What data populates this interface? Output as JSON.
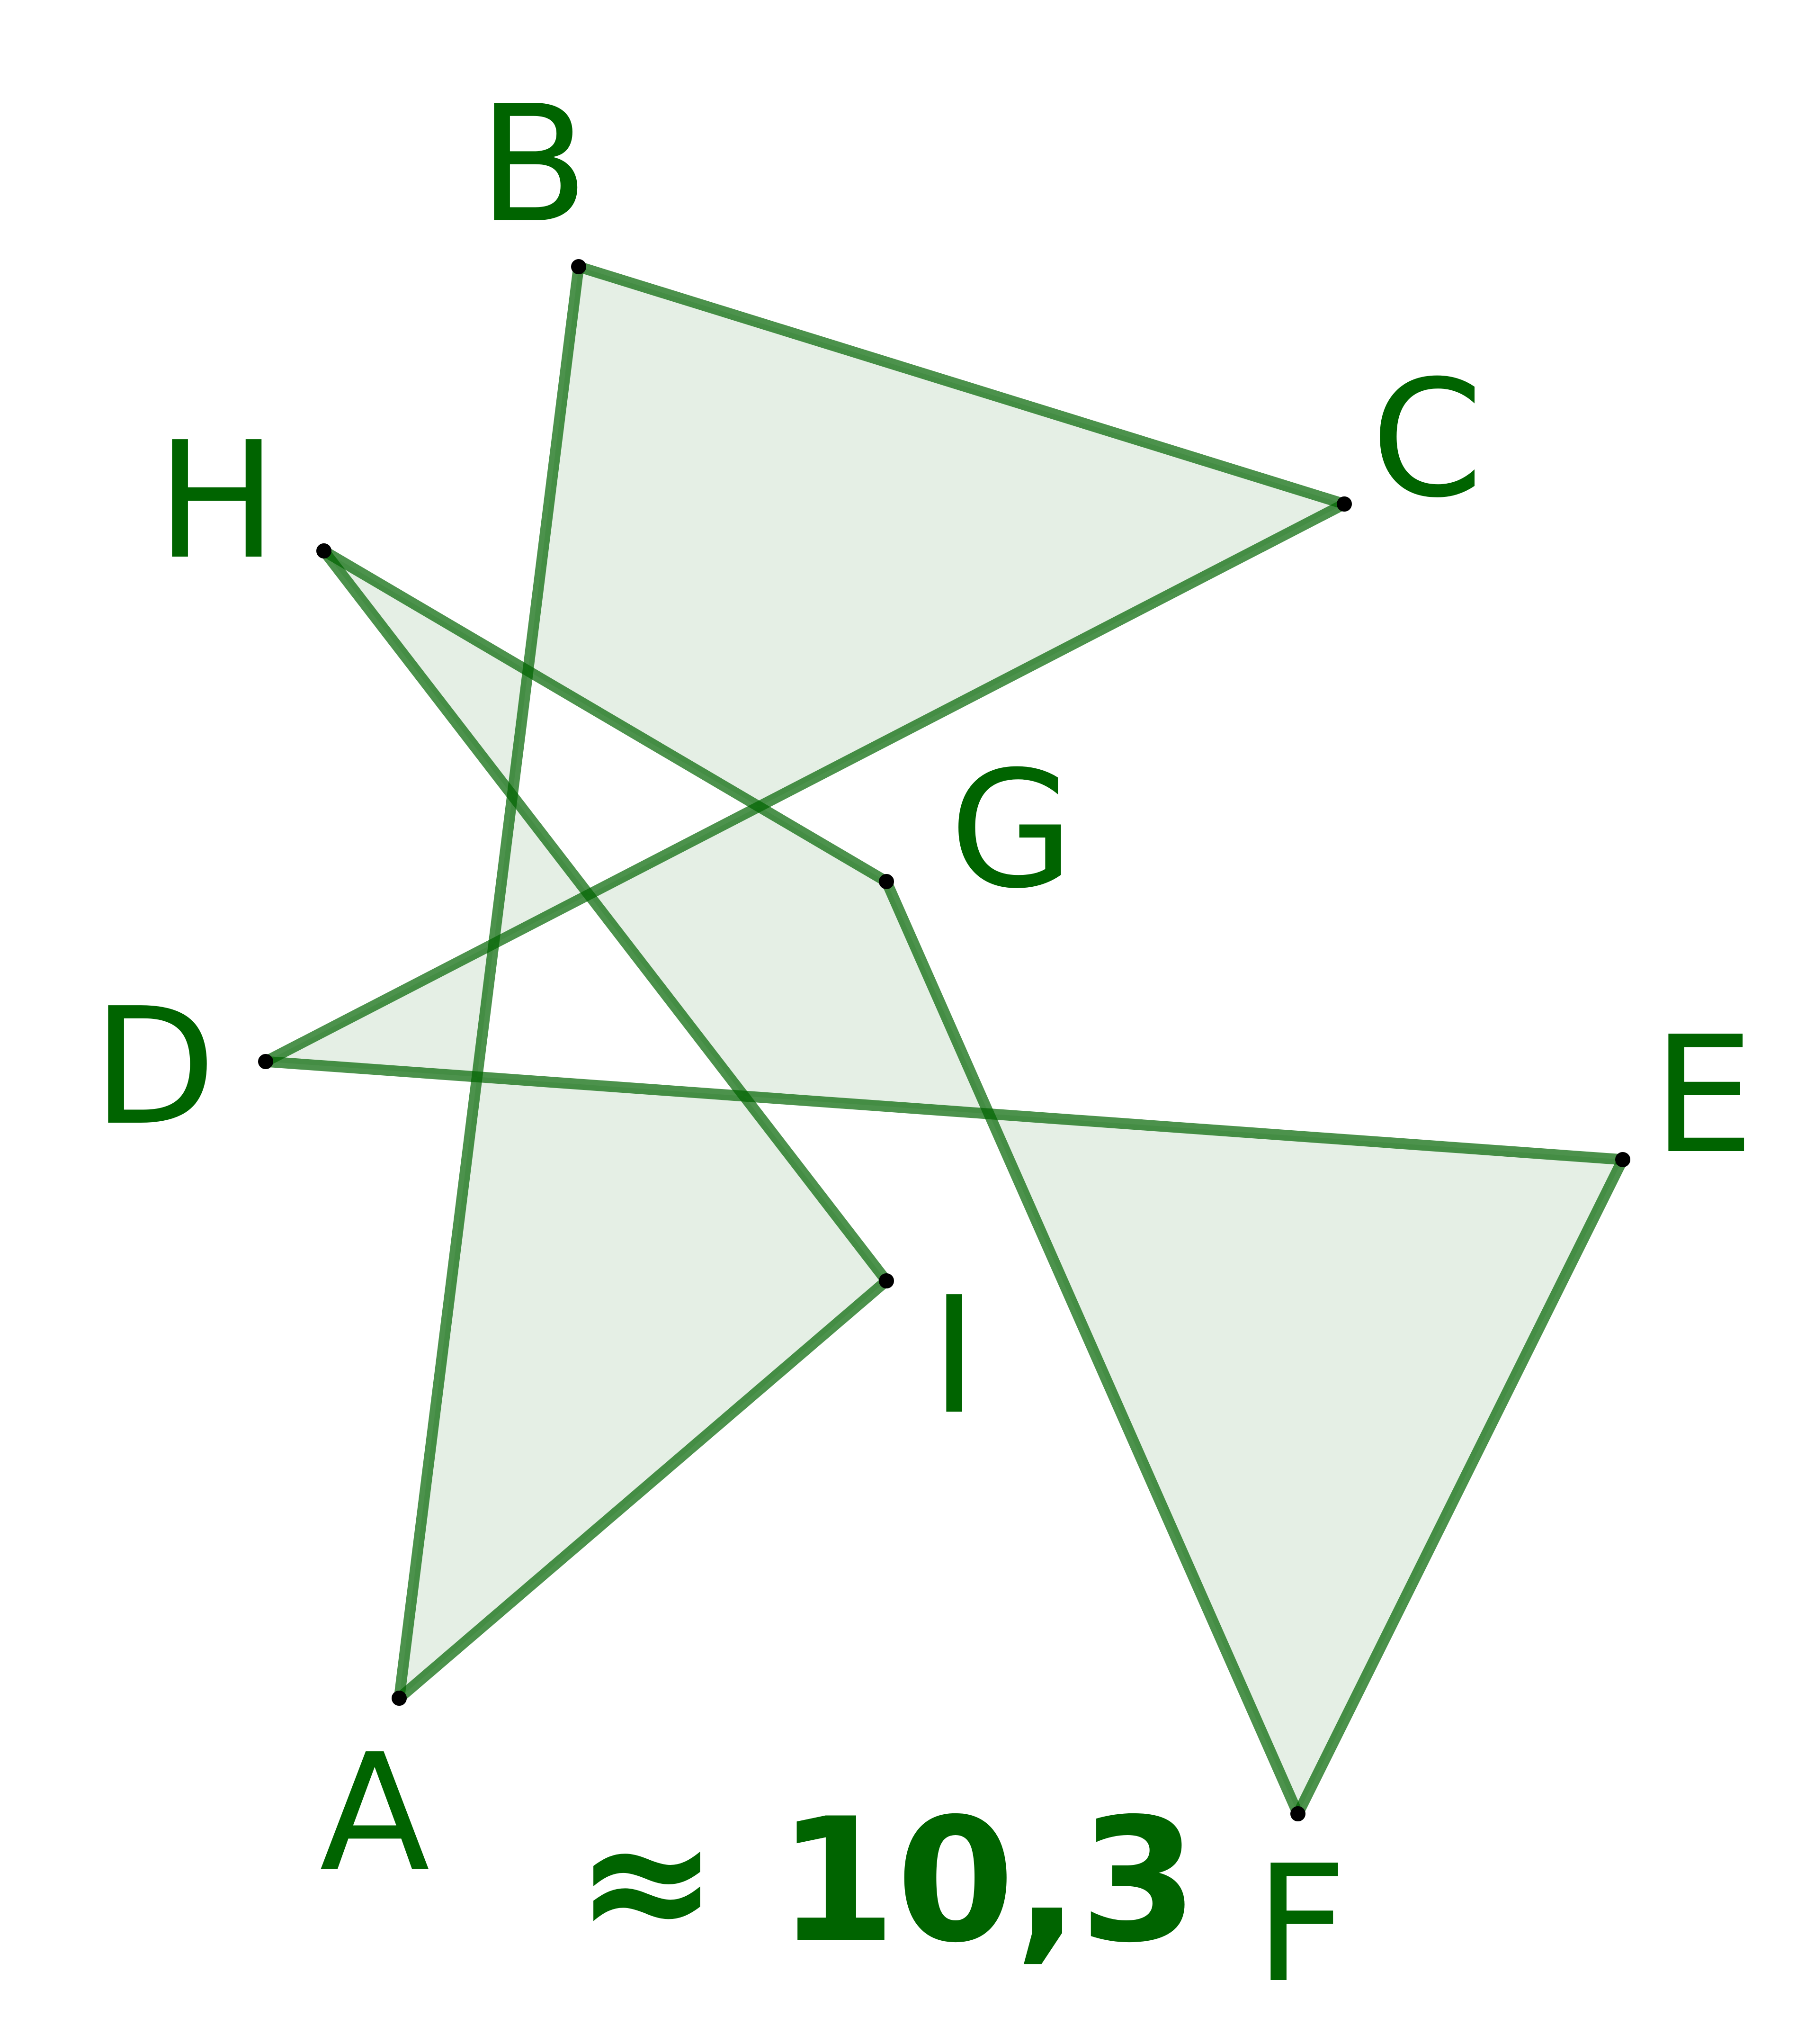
{
  "figure": {
    "colors": {
      "polygon": "#006400",
      "vertex": "#000000",
      "background": "#ffffff"
    },
    "polygon_order": [
      "A",
      "B",
      "C",
      "D",
      "E",
      "F",
      "G",
      "H",
      "I"
    ],
    "vertices": [
      {
        "name": "A",
        "label": "A"
      },
      {
        "name": "B",
        "label": "B"
      },
      {
        "name": "C",
        "label": "C"
      },
      {
        "name": "D",
        "label": "D"
      },
      {
        "name": "E",
        "label": "E"
      },
      {
        "name": "F",
        "label": "F"
      },
      {
        "name": "G",
        "label": "G"
      },
      {
        "name": "H",
        "label": "H"
      },
      {
        "name": "I",
        "label": "I"
      }
    ],
    "area_text": "≈ 10,3"
  }
}
